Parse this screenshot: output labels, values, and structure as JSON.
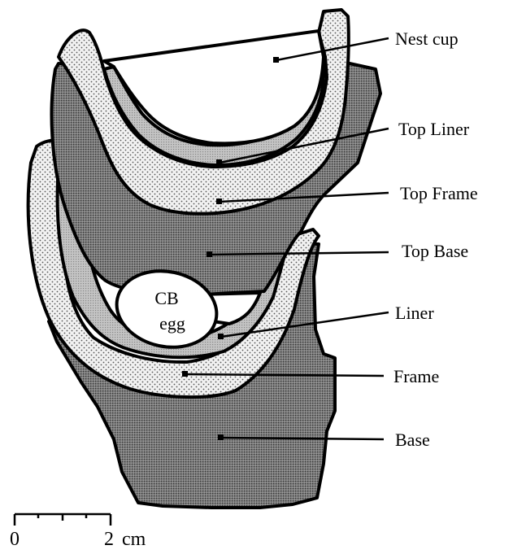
{
  "labels": {
    "nest_cup": "Nest cup",
    "top_liner": "Top Liner",
    "top_frame": "Top Frame",
    "top_base": "Top Base",
    "liner": "Liner",
    "frame": "Frame",
    "base": "Base"
  },
  "egg": {
    "line1": "CB",
    "line2": "egg"
  },
  "scale_bar": {
    "start": "0",
    "end": "2",
    "unit": "cm"
  },
  "colors": {
    "base_fill": "#8a8a8a",
    "liner_fill": "#bdbdbd",
    "frame_fill": "#eeeeee",
    "outline": "#000000",
    "cup_fill": "#ffffff"
  }
}
